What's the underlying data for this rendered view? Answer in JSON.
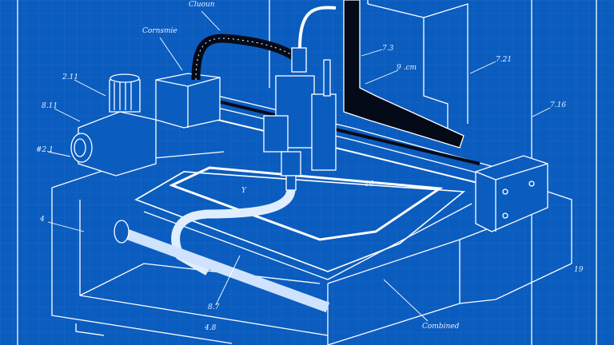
{
  "colors": {
    "background": "#0b5cbf",
    "line": "#ffffff",
    "grid": "#2a72cc",
    "dark": "#050a18"
  },
  "labels": [
    {
      "id": "cable-chain",
      "text": "Cluoun"
    },
    {
      "id": "controller",
      "text": "Cornsmie"
    },
    {
      "id": "motor-top",
      "text": "2.11"
    },
    {
      "id": "motor-side",
      "text": "8.11"
    },
    {
      "id": "motor-shaft",
      "text": "#2.1"
    },
    {
      "id": "column",
      "text": "7.3"
    },
    {
      "id": "column-plate",
      "text": "9 .cm"
    },
    {
      "id": "enclosure",
      "text": "7.21"
    },
    {
      "id": "frame-right",
      "text": "7.16"
    },
    {
      "id": "bed",
      "text": "16"
    },
    {
      "id": "hose",
      "text": "Y"
    },
    {
      "id": "base-left",
      "text": "4"
    },
    {
      "id": "leadscrew",
      "text": "8.7"
    },
    {
      "id": "base-bottom",
      "text": "4.8"
    },
    {
      "id": "base-right",
      "text": "Combined"
    },
    {
      "id": "frame-edge",
      "text": "19"
    }
  ]
}
